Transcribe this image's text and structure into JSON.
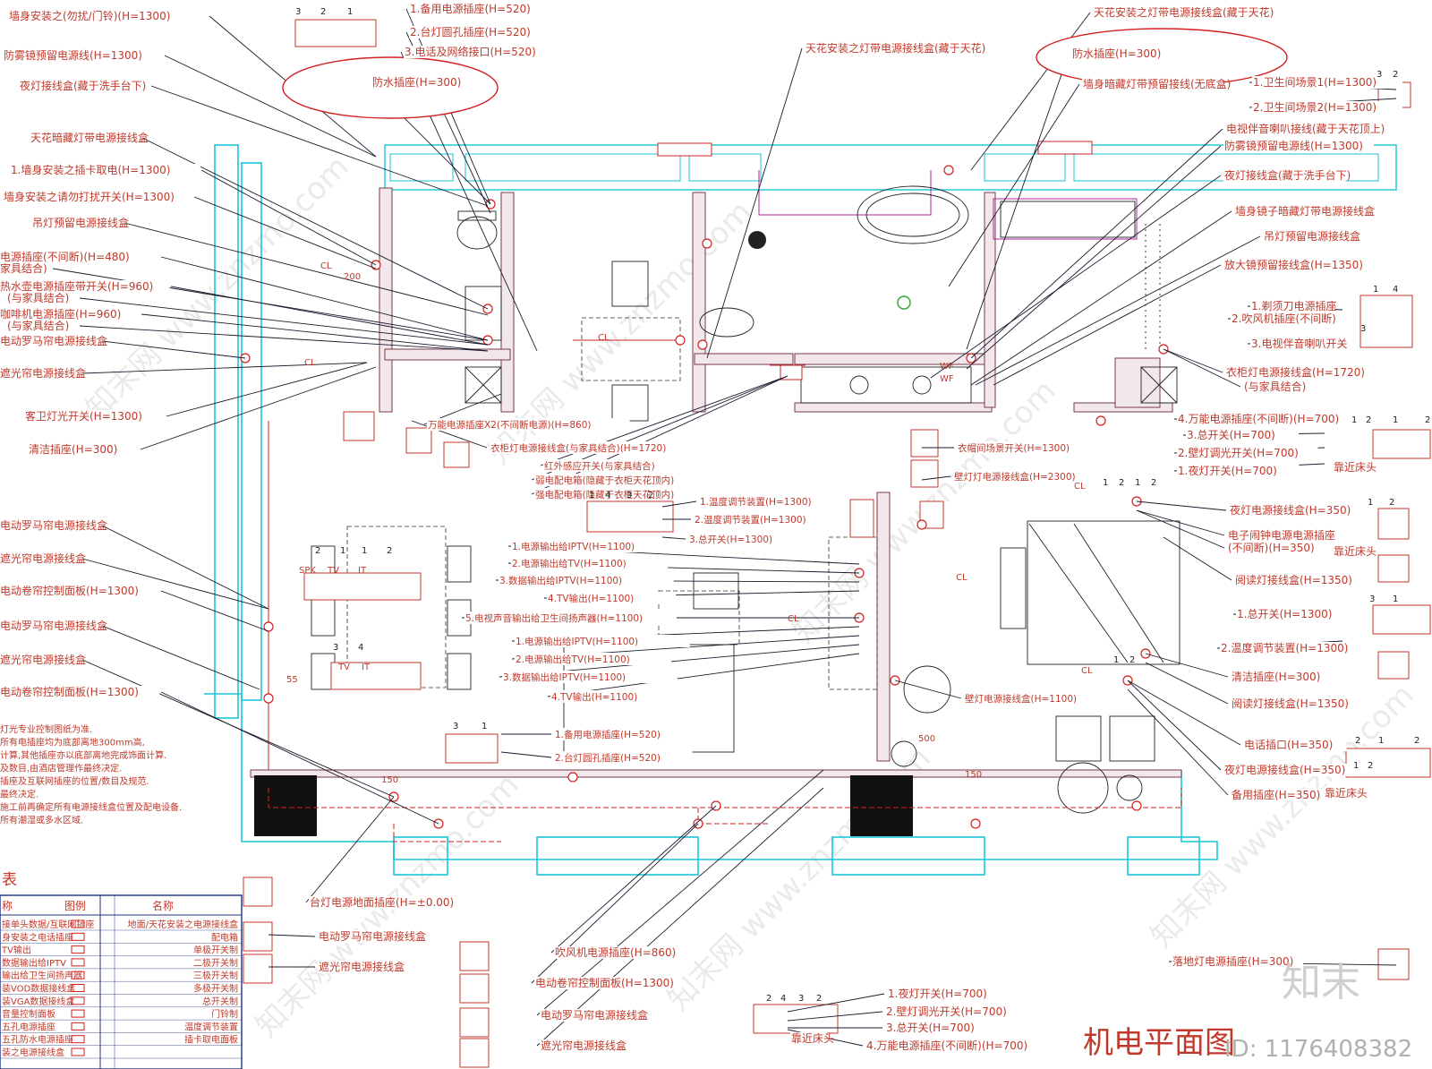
{
  "title": "机电平面图",
  "id_text": "ID: 1176408382",
  "brand": "知末",
  "watermark": "知末网 www.znzmo.com",
  "colors": {
    "annotation": "#c0392b",
    "wall": "#7a3a4a",
    "glass": "#18c6d6",
    "power": "#d21f1f"
  },
  "labels_left": [
    "墙身安装之(勿扰/门铃)(H=1300)",
    "防雾镜预留电源线(H=1300)",
    "夜灯接线盒(藏于洗手台下)",
    "天花暗藏灯带电源接线盒",
    "1.墙身安装之插卡取电(H=1300)",
    "墙身安装之请勿打扰开关(H=1300)",
    "吊灯预留电源接线盒",
    "电源插座(不间断)(H=480)",
    "家具结合)",
    "热水壶电源插座带开关(H=960)",
    "(与家具结合)",
    "咖啡机电源插座(H=960)",
    "(与家具结合)",
    "电动罗马帘电源接线盒",
    "遮光帘电源接线盒",
    "客卫灯光开关(H=1300)",
    "清洁插座(H=300)",
    "电动罗马帘电源接线盒",
    "遮光帘电源接线盒",
    "电动卷帘控制面板(H=1300)",
    "电动罗马帘电源接线盒",
    "遮光帘电源接线盒",
    "电动卷帘控制面板(H=1300)"
  ],
  "notes": [
    "灯光专业控制图纸为准.",
    "所有电插座均为底部离地300mm高,",
    "计算,其他插座亦以底部离地完成饰面计算.",
    "及数目,由酒店管理作最终决定.",
    "插座及互联网插座的位置/数目及规范.",
    "最终决定.",
    "施工前再确定所有电源接线盒位置及配电设备.",
    "所有潮湿或多水区域."
  ],
  "top_labels": [
    "1.备用电源插座(H=520)",
    "2.台灯圆孔插座(H=520)",
    "3.电话及网络接口(H=520)",
    "防水插座(H=300)",
    "天花安装之灯带电源接线盒(藏于天花)",
    "天花安装之灯带电源接线盒(藏于天花)",
    "防水插座(H=300)"
  ],
  "right_labels": [
    "墙身暗藏灯带预留接线(无底盒)",
    "1.卫生间场景1(H=1300)",
    "2.卫生间场景2(H=1300)",
    "电视伴音喇叭接线(藏于天花顶上)",
    "防雾镜预留电源线(H=1300)",
    "夜灯接线盒(藏于洗手台下)",
    "墙身镜子暗藏灯带电源接线盒",
    "吊灯预留电源接线盒",
    "放大镜预留接线盒(H=1350)",
    "1.剃须刀电源插座",
    "2.吹风机插座(不间断)",
    "3.电视伴音喇叭开关",
    "衣柜灯电源接线盒(H=1720)",
    "(与家具结合)",
    "4.万能电源插座(不间断)(H=700)",
    "3.总开关(H=700)",
    "2.壁灯调光开关(H=700)",
    "1.夜灯开关(H=700)",
    "靠近床头",
    "夜灯电源接线盒(H=350)",
    "电子闹钟电源电源插座",
    "(不间断)(H=350)",
    "靠近床头",
    "阅读灯接线盒(H=1350)",
    "1.总开关(H=1300)",
    "2.温度调节装置(H=1300)",
    "清洁插座(H=300)",
    "阅读灯接线盒(H=1350)",
    "电话插口(H=350)",
    "夜灯电源接线盒(H=350)",
    "备用插座(H=350)",
    "靠近床头",
    "落地灯电源插座(H=300)"
  ],
  "center_labels": [
    "万能电源插座X2(不间断电源)(H=860)",
    "衣柜灯电源接线盒(与家具结合)(H=1720)",
    "红外感应开关(与家具结合)",
    "弱电配电箱(隐藏于衣柜天花顶内)",
    "强电配电箱(隐藏于衣柜天花顶内)",
    "衣帽间场景开关(H=1300)",
    "壁灯灯电源接线盒(H=2300)",
    "1.温度调节装置(H=1300)",
    "2.温度调节装置(H=1300)",
    "3.总开关(H=1300)",
    "1.电源输出给IPTV(H=1100)",
    "2.电源输出给TV(H=1100)",
    "3.数据输出给IPTV(H=1100)",
    "4.TV输出(H=1100)",
    "5.电视声音输出给卫生间扬声器(H=1100)",
    "1.电源输出给IPTV(H=1100)",
    "2.电源输出给TV(H=1100)",
    "3.数据输出给IPTV(H=1100)",
    "4.TV输出(H=1100)",
    "壁灯电源接线盒(H=1100)",
    "1.备用电源插座(H=520)",
    "2.台灯圆孔插座(H=520)"
  ],
  "bottom_labels": [
    "台灯电源地面插座(H=±0.00)",
    "电动罗马帘电源接线盒",
    "遮光帘电源接线盒",
    "吹风机电源插座(H=860)",
    "电动卷帘控制面板(H=1300)",
    "电动罗马帘电源接线盒",
    "遮光帘电源接线盒",
    "1.夜灯开关(H=700)",
    "2.壁灯调光开关(H=700)",
    "3.总开关(H=700)",
    "4.万能电源插座(不间断)(H=700)",
    "靠近床头"
  ],
  "panel_texts": [
    "SPK",
    "TV",
    "IT",
    "TV",
    "IT",
    "CL",
    "CL",
    "CL",
    "CL",
    "CL",
    "CL",
    "CL",
    "WF",
    "WF",
    "150",
    "150",
    "200",
    "500",
    "55"
  ],
  "panel_numbers": [
    "3",
    "2",
    "1",
    "3",
    "2",
    "1",
    "4",
    "3",
    "2",
    "1",
    "1",
    "2",
    "3",
    "4",
    "1",
    "2",
    "1",
    "2",
    "1",
    "2",
    "3",
    "1",
    "2",
    "1",
    "2",
    "3",
    "1",
    "2",
    "4",
    "3",
    "2",
    "1",
    "4",
    "3",
    "2",
    "1",
    "2",
    "1",
    "2",
    "1",
    "2",
    "1",
    "2"
  ],
  "legend": {
    "heading": "表",
    "headers": [
      "称",
      "图例",
      "名称"
    ],
    "left_col": [
      "接单头数据/互联网插座",
      "身安装之电话插座",
      "TV输出",
      "数据输出给IPTV",
      "输出给卫生间扬声器",
      "装VOD数据接线盒",
      "装VGA数据接线盒",
      "音量控制面板",
      "五孔电源插座",
      "五孔防水电源插座",
      "装之电源接线盒"
    ],
    "right_col": [
      "地面/天花安装之电源接线盒",
      "配电箱",
      "单极开关制",
      "二极开关制",
      "三极开关制",
      "多极开关制",
      "总开关制",
      "门铃制",
      "温度调节装置",
      "插卡取电面板"
    ]
  }
}
